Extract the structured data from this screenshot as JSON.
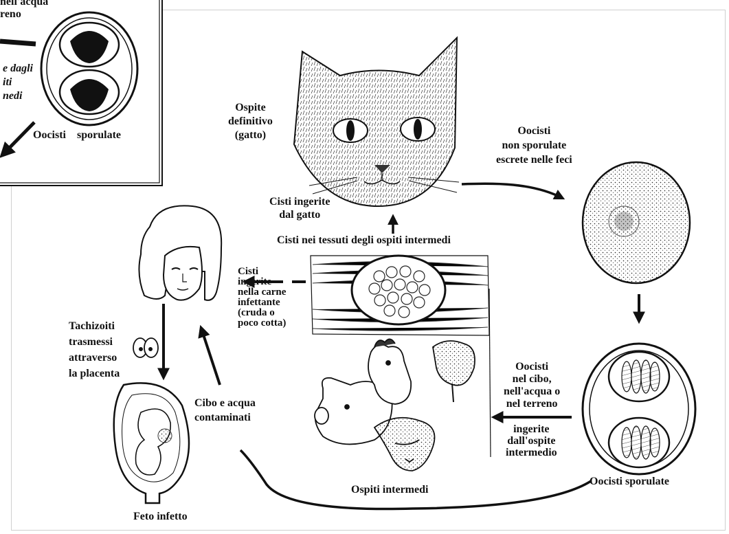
{
  "inset": {
    "top_label": "nell'acqua\nreno",
    "side_label": "e dagli\niti\nnedi",
    "oocyst_label": "Oocisti    sporulate"
  },
  "definitive_host": "Ospite\ndefinitivo\n(gatto)",
  "unsporulated_oocysts": "Oocisti\nnon sporulate\nescrete nelle feci",
  "cysts_ingested_by_cat": "Cisti ingerite\ndal gatto",
  "cysts_in_tissues": "Cisti nei tessuti degli ospiti intermedi",
  "cysts_ingested_meat": "Cisti\ningerite\nnella carne\ninfettante\n(cruda o\npoco cotta)",
  "tachyzoites": "Tachizoiti\ntrasmessi\nattraverso\nla placenta",
  "contaminated_food": "Cibo e acqua\ncontaminati",
  "oocysts_environment": "Oocisti\nnel cibo,\nnell'acqua o\nnel terreno",
  "ingested_by_intermediate": "ingerite\ndall'ospite\nintermedio",
  "sporulated_oocysts": "Oocisti sporulate",
  "intermediate_hosts": "Ospiti intermedi",
  "infected_fetus": "Feto infetto"
}
